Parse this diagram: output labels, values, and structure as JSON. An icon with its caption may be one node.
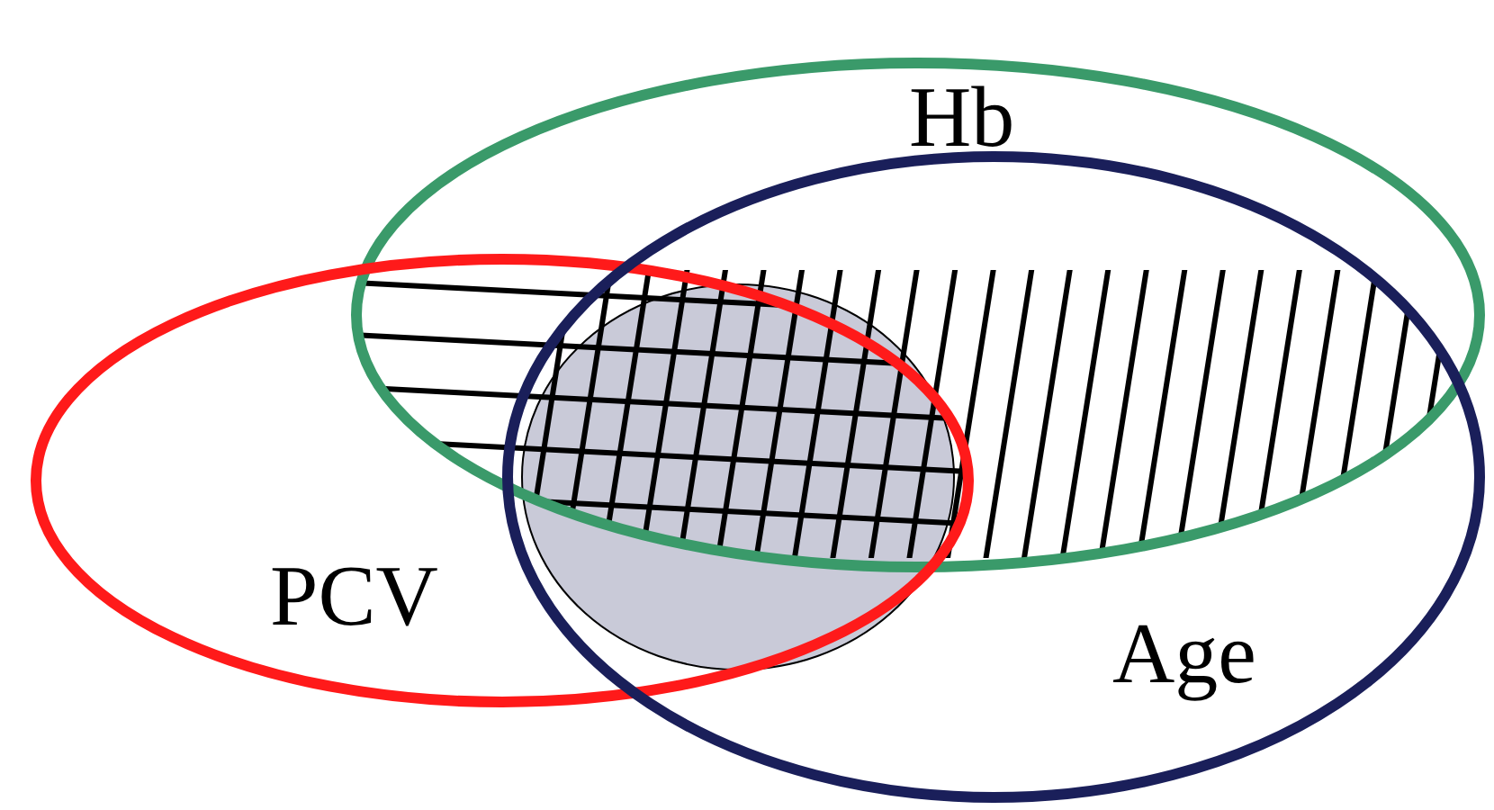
{
  "diagram": {
    "nodes": [
      {
        "text": [
          "Hb"
        ]
      },
      {
        "text": [
          "PCV"
        ]
      },
      {
        "text": [
          "Age"
        ]
      },
      {
        "text": [],
        "shape": "ellipse"
      }
    ]
  }
}
